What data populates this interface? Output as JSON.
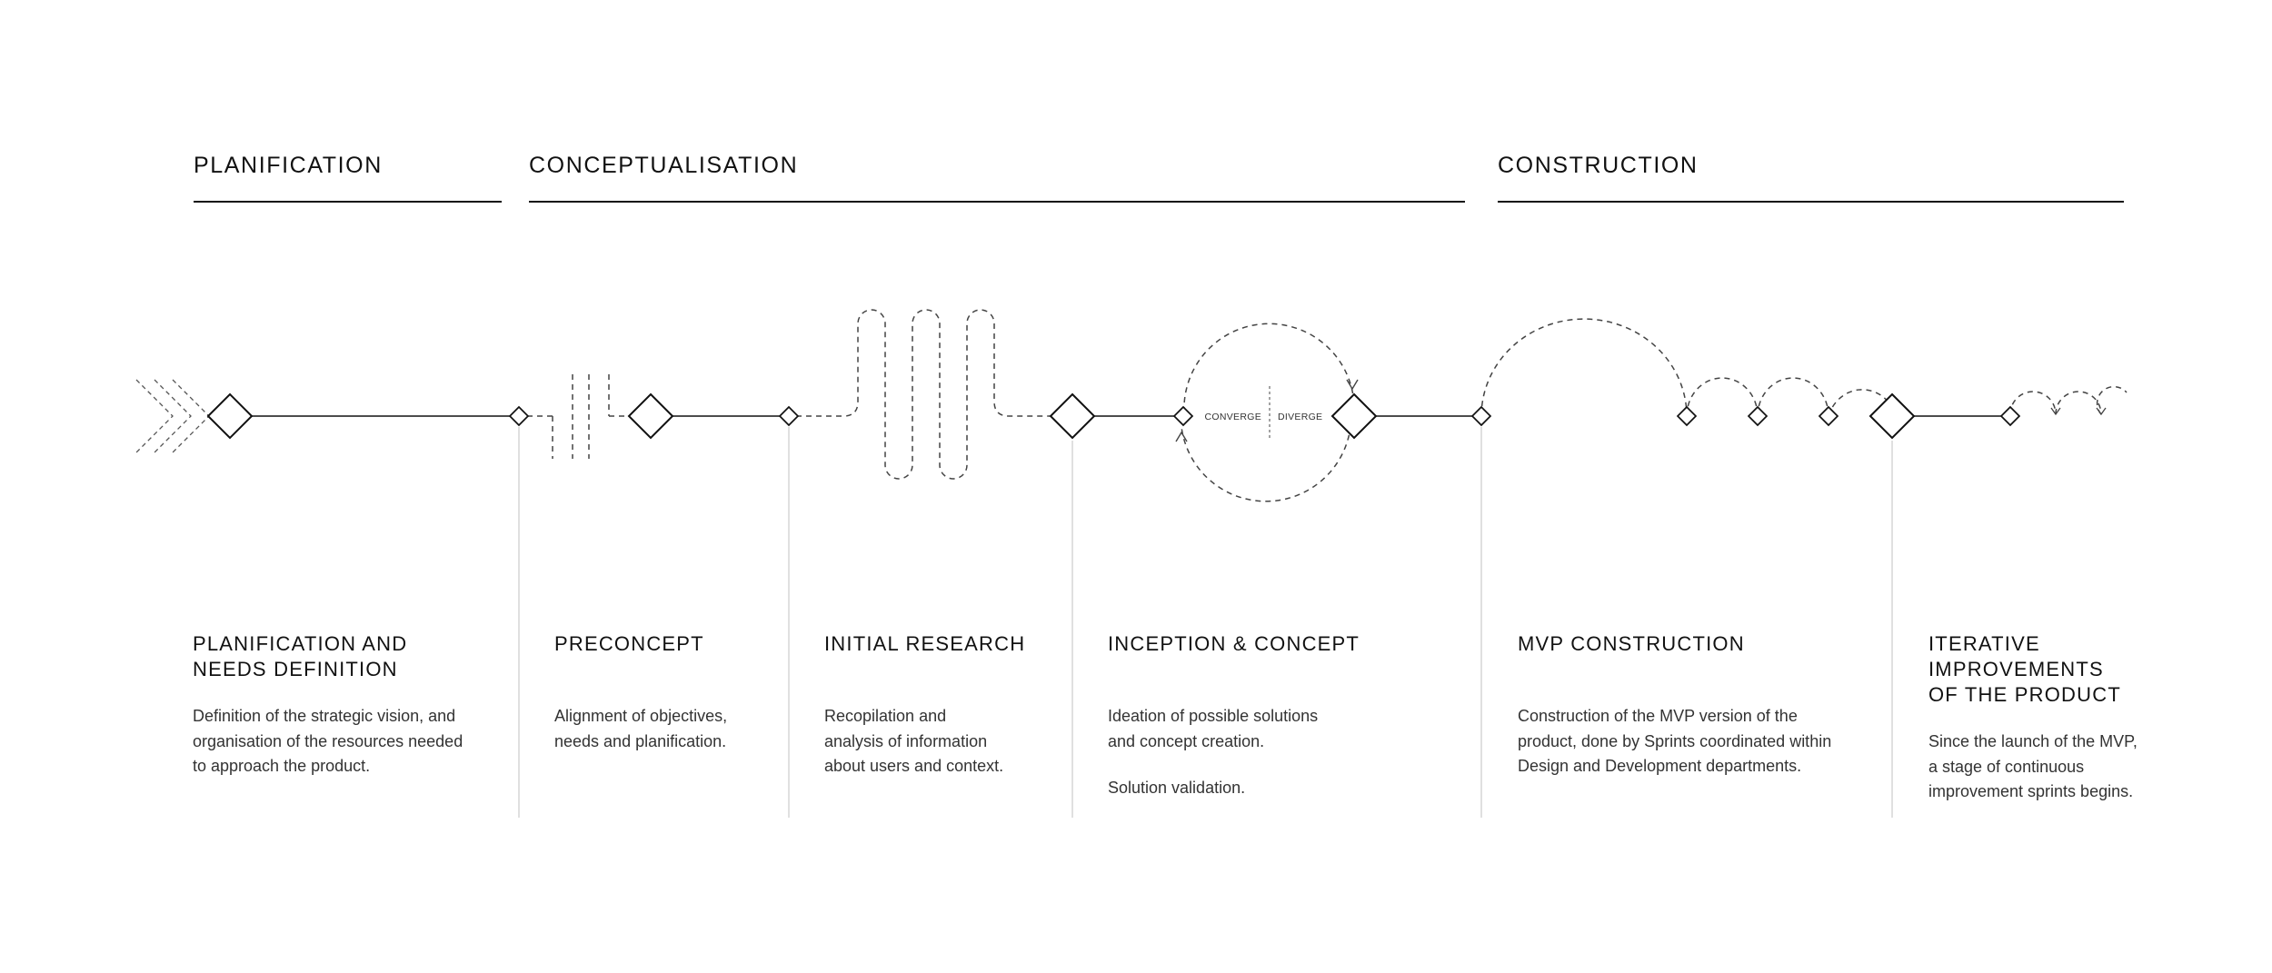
{
  "phases": [
    {
      "title": "PLANIFICATION"
    },
    {
      "title": "CONCEPTUALISATION"
    },
    {
      "title": "CONSTRUCTION"
    }
  ],
  "loop": {
    "left_label": "CONVERGE",
    "right_label": "DIVERGE"
  },
  "stages": [
    {
      "title": "PLANIFICATION AND\nNEEDS DEFINITION",
      "description": "Definition of the strategic vision, and\norganisation of the resources needed\nto approach the product."
    },
    {
      "title": "PRECONCEPT",
      "description": "Alignment of objectives,\nneeds and planification."
    },
    {
      "title": "INITIAL RESEARCH",
      "description": "Recopilation and\nanalysis of information\nabout users and context."
    },
    {
      "title": "INCEPTION & CONCEPT",
      "description": "Ideation of possible solutions\nand concept creation.",
      "description2": "Solution validation."
    },
    {
      "title": "MVP CONSTRUCTION",
      "description": "Construction of the MVP version of the\nproduct, done by Sprints coordinated within\nDesign and Development departments."
    },
    {
      "title": "ITERATIVE\nIMPROVEMENTS\nOF THE PRODUCT",
      "description": "Since the launch of the MVP,\na stage of continuous\nimprovement sprints begins."
    }
  ],
  "colors": {
    "line": "#111111",
    "divider": "#d6d6d6",
    "dashed": "#444444"
  }
}
